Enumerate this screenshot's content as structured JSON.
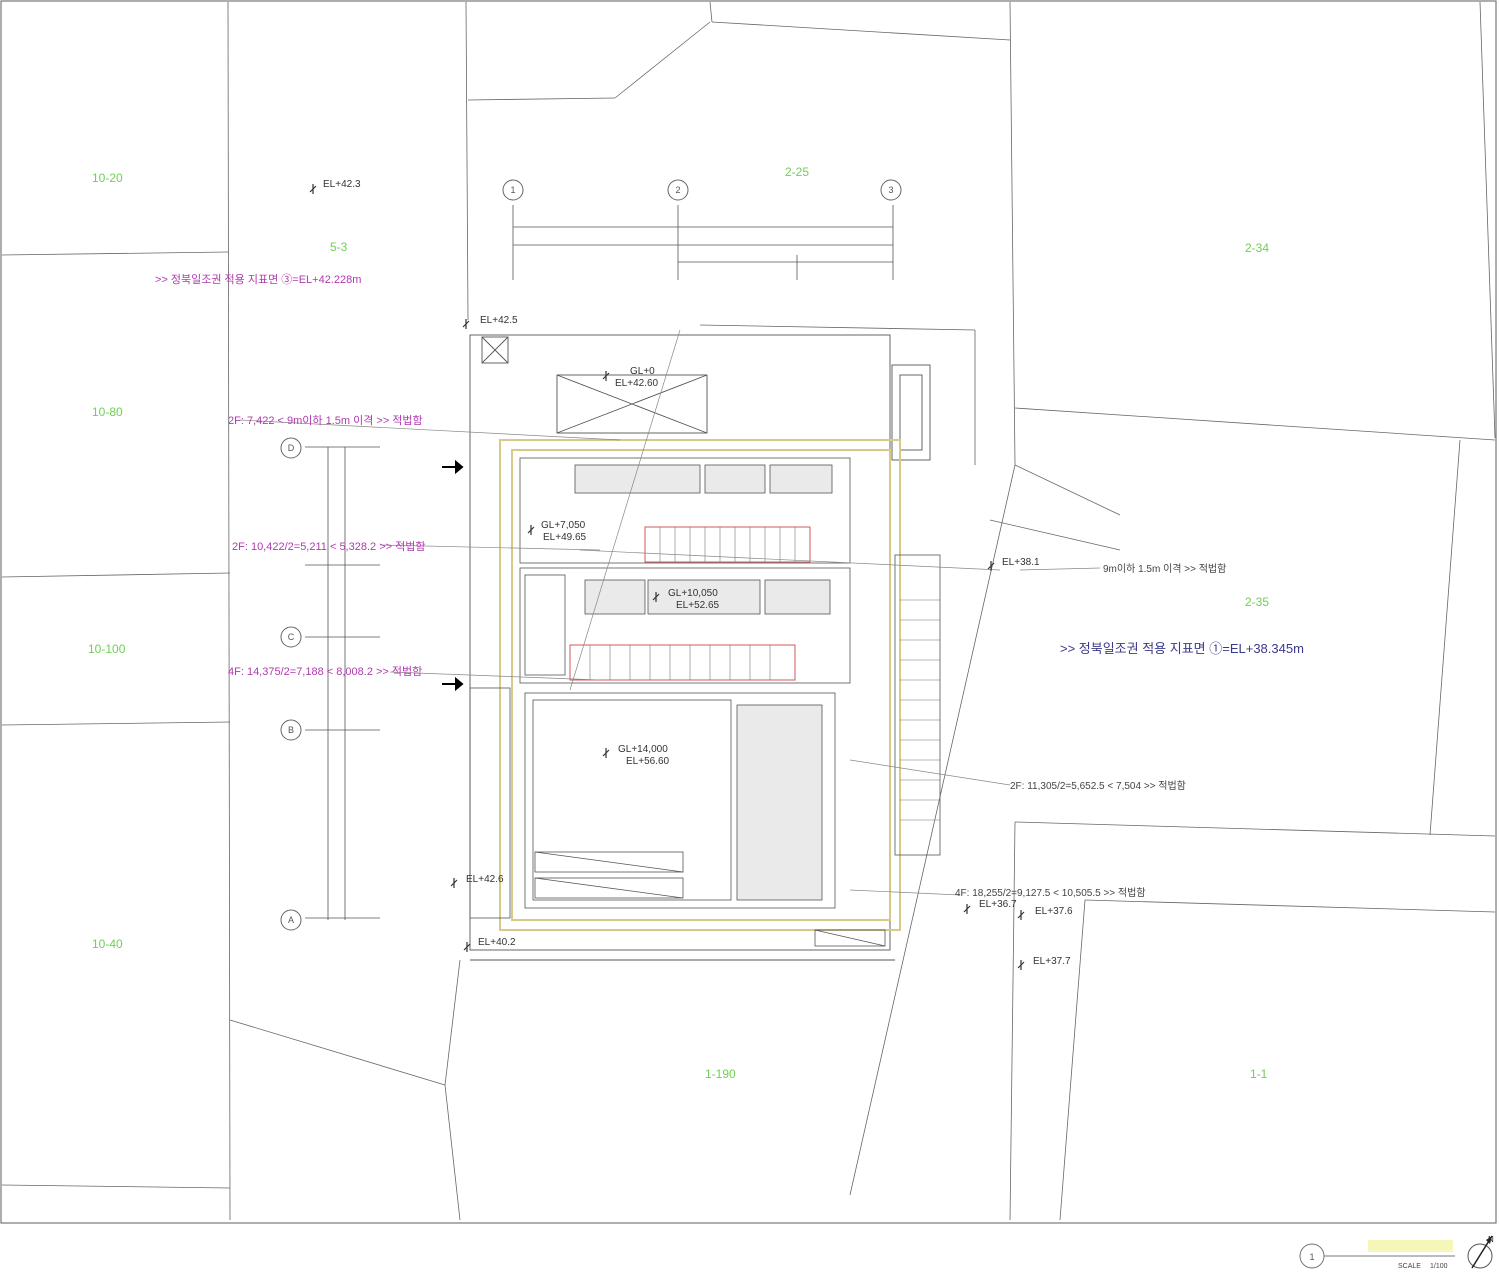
{
  "lot_labels": {
    "l1": "10-20",
    "l2": "5-3",
    "l3": "10-80",
    "l4": "10-100",
    "l5": "10-40",
    "l6": "2-25",
    "l7": "2-34",
    "l8": "2-35",
    "l9": "1-190",
    "l10": "1-1"
  },
  "elevations": {
    "e1": "EL+42.3",
    "e2": "EL+42.5",
    "e3a": "GL+0",
    "e3b": "EL+42.60",
    "e4a": "GL+7,050",
    "e4b": "EL+49.65",
    "e5a": "GL+10,050",
    "e5b": "EL+52.65",
    "e6a": "GL+14,000",
    "e6b": "EL+56.60",
    "e7": "EL+38.1",
    "e8": "EL+42.6",
    "e9": "EL+36.7",
    "e10": "EL+37.6",
    "e11": "EL+37.7",
    "e12": "EL+40.2"
  },
  "notes": {
    "n1": ">> 정북일조권 적용 지표면 ③=EL+42.228m",
    "n2": ">> 정북일조권 적용 지표면 ①=EL+38.345m",
    "n3": "9m이하 1.5m 이격   >> 적법함",
    "n4": "2F: 11,305/2=5,652.5 < 7,504   >> 적법함",
    "n5": "4F: 18,255/2=9,127.5 < 10,505.5   >> 적법함",
    "n6": "2F: 10,422/2=5,211 < 5,328.2   >> 적법함",
    "n7": "4F: 14,375/2=7,188 < 8,008.2   >> 적법함",
    "n8": "2F: 7,422 < 9m이하 1.5m 이격   >> 적법함"
  },
  "title_block": {
    "scale_label": "SCALE",
    "scale_value": "1/100",
    "drawing_no": "1"
  },
  "grid_bubbles": [
    "1",
    "2",
    "3",
    "D",
    "C",
    "B",
    "A"
  ],
  "colors": {
    "lot": "#6fcf55",
    "note_magenta": "#b03ab0",
    "note_cyan": "#35b8d0",
    "line": "#555555",
    "wall_yellow": "#d8c98a",
    "stair_red": "#d05a5a"
  },
  "icons": [
    "north-arrow-icon",
    "section-marker-icon",
    "arrow-right-icon"
  ]
}
